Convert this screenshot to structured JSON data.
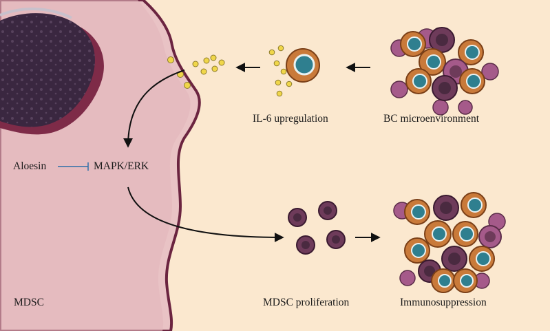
{
  "labels": {
    "aloesin": "Aloesin",
    "mapk_erk": "MAPK/ERK",
    "il6": "IL-6 upregulation",
    "bc_micro": "BC microenvironment",
    "mdsc_prolif": "MDSC proliferation",
    "immuno": "Immunosuppression",
    "mdsc": "MDSC"
  },
  "colors": {
    "background": "#fbe8cf",
    "mdsc_cytoplasm": "#e9c3c5",
    "mdsc_membrane": "#6b2440",
    "nucleus": "#3a2740",
    "il6_particle": "#f0d64a",
    "inhibition_line": "#2d6ea8",
    "tumor_cell": "#c97a3a",
    "tumor_nucleus": "#2f7f8f",
    "mdsc_small": "#6e3b5a"
  }
}
